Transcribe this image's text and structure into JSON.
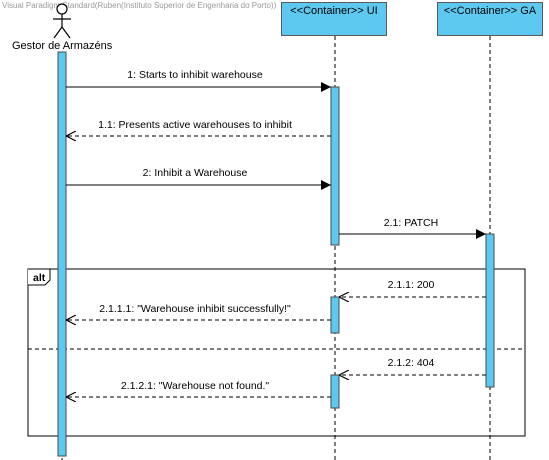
{
  "watermark": "Visual Paradigm Standard(Ruben(Instituto Superior de Engenharia do Porto))",
  "colors": {
    "lifeline_fill": "#5ec9f0",
    "activation_fill": "#5ec9f0",
    "line": "#000000"
  },
  "participants": [
    {
      "id": "actor",
      "label": "Gestor de Armazéns",
      "type": "actor"
    },
    {
      "id": "ui",
      "label": "<<Container>> UI",
      "type": "container"
    },
    {
      "id": "ga",
      "label": "<<Container>> GA",
      "type": "container"
    }
  ],
  "messages": [
    {
      "id": "m1",
      "label": "1: Starts to inhibit warehouse",
      "kind": "sync"
    },
    {
      "id": "m11",
      "label": "1.1: Presents active warehouses to inhibit",
      "kind": "return"
    },
    {
      "id": "m2",
      "label": "2: Inhibit a Warehouse",
      "kind": "sync"
    },
    {
      "id": "m21",
      "label": "2.1: PATCH",
      "kind": "sync"
    },
    {
      "id": "m211",
      "label": "2.1.1: 200",
      "kind": "return"
    },
    {
      "id": "m2111",
      "label": "2.1.1.1: \"Warehouse inhibit successfully!\"",
      "kind": "return"
    },
    {
      "id": "m212",
      "label": "2.1.2: 404",
      "kind": "return"
    },
    {
      "id": "m2121",
      "label": "2.1.2.1: \"Warehouse not found.\"",
      "kind": "return"
    }
  ],
  "fragment": {
    "operator": "alt"
  }
}
